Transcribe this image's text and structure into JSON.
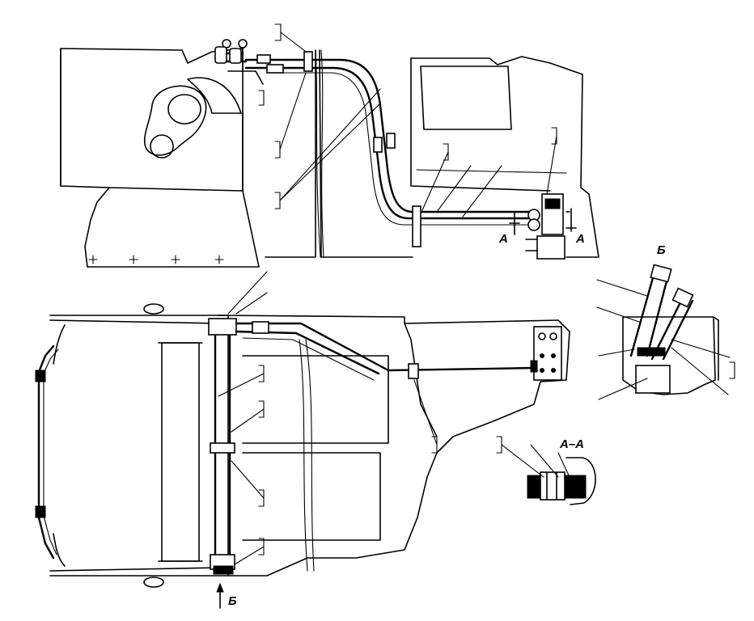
{
  "labels": {
    "section_a_right": "А",
    "section_a_left": "А",
    "view_b_top": "Б",
    "section_aa": "А–А",
    "view_b_bottom": "Б"
  }
}
